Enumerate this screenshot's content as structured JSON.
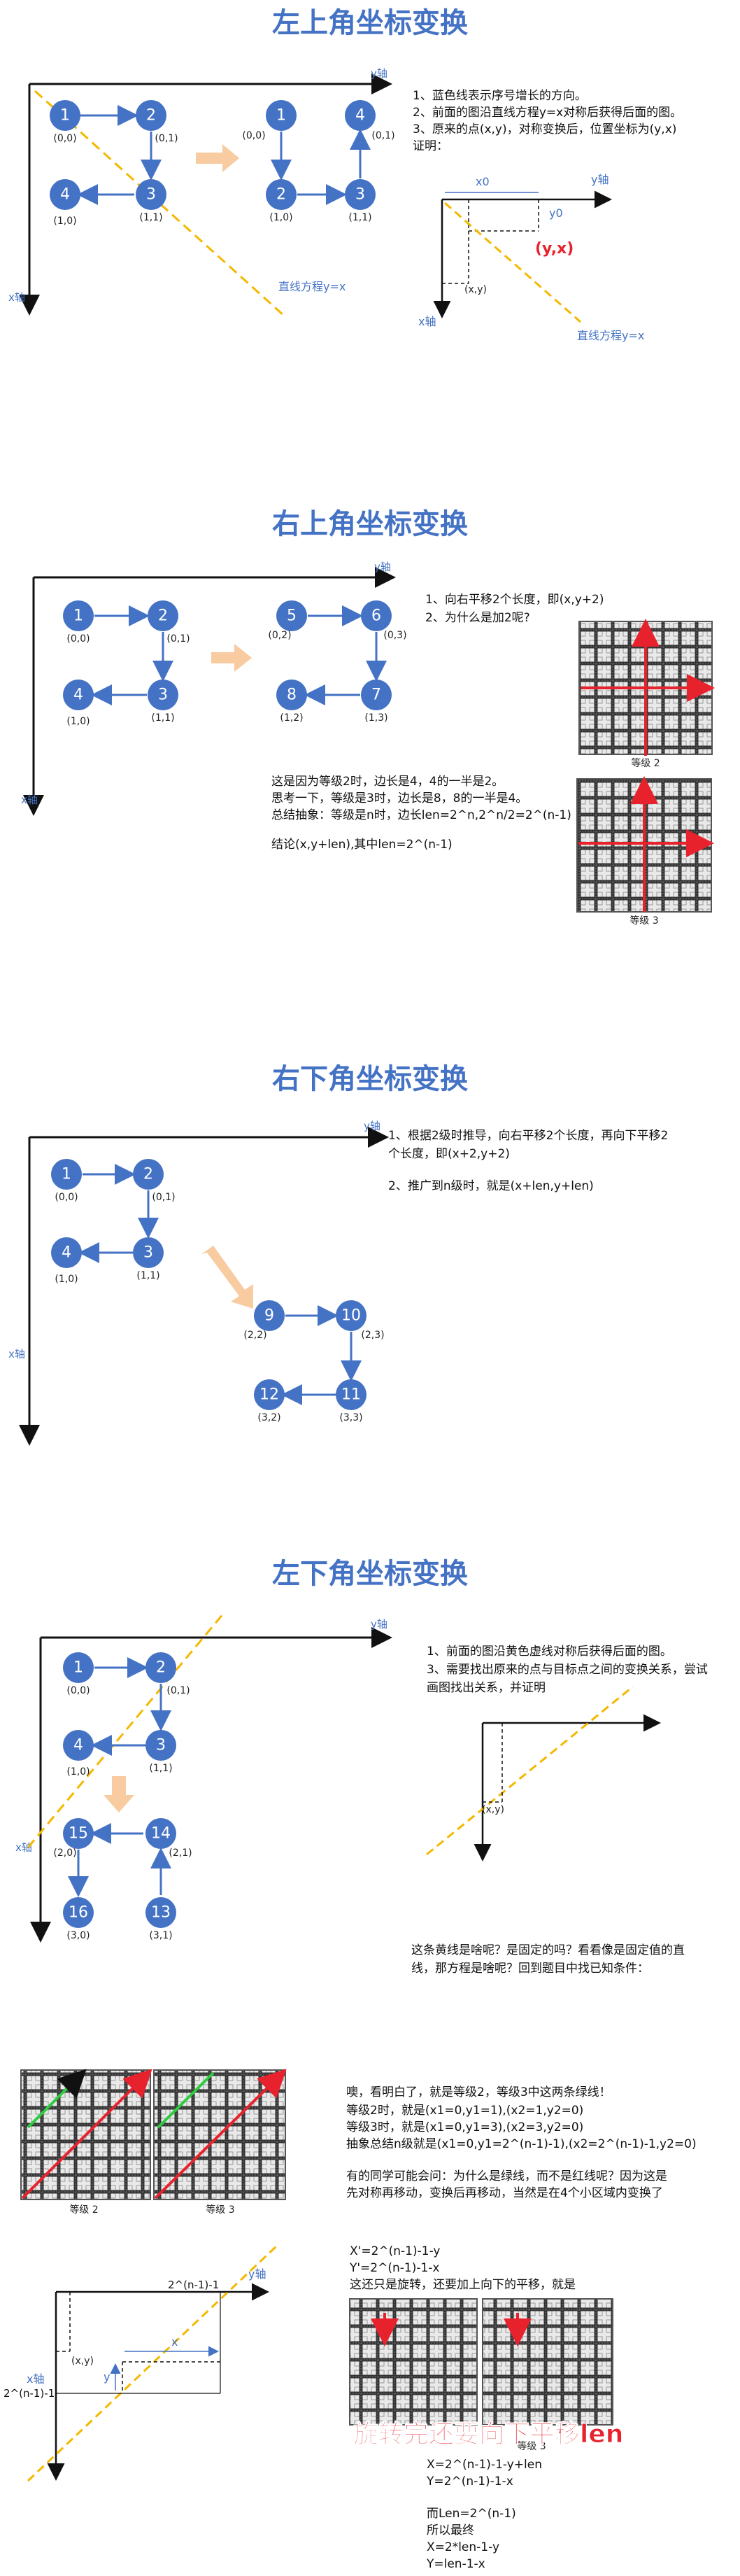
{
  "sections": [
    {
      "title": "左上角坐标变换",
      "axis_y": "y轴",
      "axis_x": "x轴",
      "line_label": "直线方程y=x",
      "notes": [
        "1、蓝色线表示序号增长的方向。",
        "2、前面的图沿直线方程y=x对称后获得后面的图。",
        "3、原来的点(x,y)，对称变换后，位置坐标为(y,x)",
        "证明："
      ],
      "proof": {
        "x0": "x0",
        "y0": "y0",
        "xy": "(x,y)",
        "yx": "(y,x)",
        "y_axis": "y轴",
        "x_axis": "x轴",
        "line": "直线方程y=x"
      }
    },
    {
      "title": "右上角坐标变换",
      "axis_y": "y轴",
      "axis_x": "x轴",
      "notes": [
        "1、向右平移2个长度，即(x,y+2)",
        "2、为什么是加2呢?"
      ],
      "explain": [
        "这是因为等级2时，边长是4，4的一半是2。",
        "思考一下，等级是3时，边长是8，8的一半是4。",
        "总结抽象：等级是n时，边长len=2^n,2^n/2=2^(n-1)",
        "",
        "结论(x,y+len),其中len=2^(n-1)"
      ],
      "captions": [
        "等级 2",
        "等级 3"
      ]
    },
    {
      "title": "右下角坐标变换",
      "axis_y": "y轴",
      "axis_x": "x轴",
      "notes": [
        "1、根据2级时推导，向右平移2个长度，再向下平移2",
        "个长度，即(x+2,y+2)",
        "",
        "2、推广到n级时，就是(x+len,y+len)"
      ]
    },
    {
      "title": "左下角坐标变换",
      "axis_y": "y轴",
      "axis_x": "x轴",
      "notes": [
        "1、前面的图沿黄色虚线对称后获得后面的图。",
        "3、需要找出原来的点与目标点之间的变换关系，尝试",
        "画图找出关系，并证明"
      ],
      "diagram_xy": "(x,y)",
      "question": [
        "这条黄线是啥呢？是固定的吗？看看像是固定值的直",
        "线，那方程是啥呢？回到题目中找已知条件："
      ],
      "answer": [
        "噢，看明白了，就是等级2，等级3中这两条绿线！",
        "等级2时，就是(x1=0,y1=1),(x2=1,y2=0)",
        "等级3时，就是(x1=0,y1=3),(x2=3,y2=0)",
        "抽象总结n级就是(x1=0,y1=2^(n-1)-1),(x2=2^(n-1)-1,y2=0)",
        "",
        "有的同学可能会问：为什么是绿线，而不是红线呢？因为这是",
        "先对称再移动，变换后再移动，当然是在4个小区域内变换了"
      ],
      "captions": [
        "等级 2",
        "等级 3"
      ],
      "formula": [
        "X'=2^(n-1)-1-y",
        "Y'=2^(n-1)-1-x",
        "这还只是旋转，还要加上向下的平移，就是"
      ],
      "big_red": "旋转完还要向下平移len",
      "final": [
        "X=2^(n-1)-1-y+len",
        "Y=2^(n-1)-1-x",
        "",
        "而Len=2^(n-1)",
        "所以最终",
        "X=2*len-1-y",
        "Y=len-1-x"
      ],
      "bottom_diagram": {
        "top_label": "2^(n-1)-1",
        "left_label": "2^(n-1)-1",
        "y_axis": "y轴",
        "x_axis": "x轴",
        "xy": "(x,y)",
        "x": "x",
        "y": "y"
      }
    }
  ],
  "colors": {
    "blue": "#4472c4",
    "yellow": "#f5b800",
    "orange": "#f8cba0",
    "red": "#e8222d",
    "green": "#2ecc40"
  }
}
